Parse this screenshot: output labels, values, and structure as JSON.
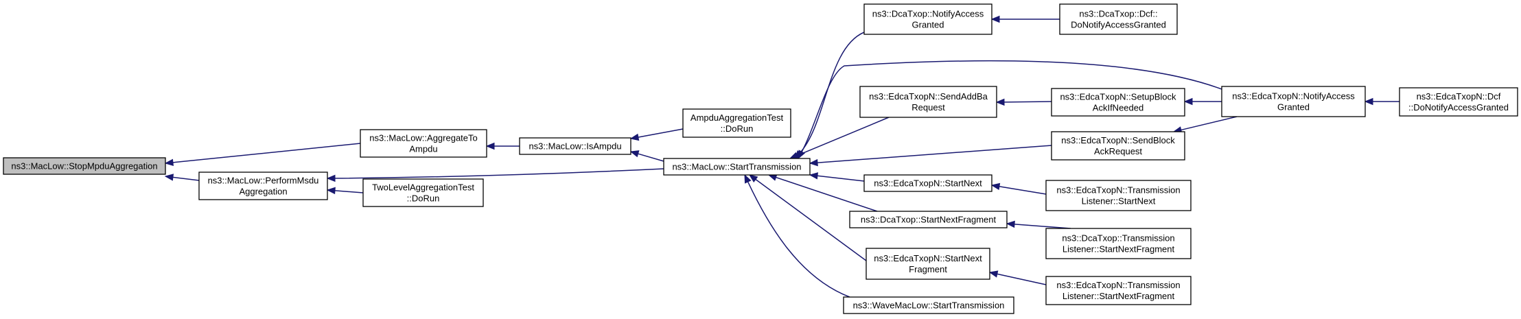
{
  "colors": {
    "edge": "#191970",
    "node_fill": "#ffffff",
    "highlight_fill": "#bfbfbf",
    "border": "#000000"
  },
  "nodes": [
    {
      "id": "stop_mpdu",
      "lines": [
        "ns3::MacLow::StopMpduAggregation"
      ],
      "highlight": true
    },
    {
      "id": "aggregate_to_ampdu",
      "lines": [
        "ns3::MacLow::AggregateTo",
        "Ampdu"
      ]
    },
    {
      "id": "perform_msdu",
      "lines": [
        "ns3::MacLow::PerformMsdu",
        "Aggregation"
      ]
    },
    {
      "id": "two_level_test",
      "lines": [
        "TwoLevelAggregationTest",
        "::DoRun"
      ]
    },
    {
      "id": "is_ampdu",
      "lines": [
        "ns3::MacLow::IsAmpdu"
      ]
    },
    {
      "id": "ampdu_test",
      "lines": [
        "AmpduAggregationTest",
        "::DoRun"
      ]
    },
    {
      "id": "start_transmission",
      "lines": [
        "ns3::MacLow::StartTransmission"
      ]
    },
    {
      "id": "dca_notify",
      "lines": [
        "ns3::DcaTxop::NotifyAccess",
        "Granted"
      ]
    },
    {
      "id": "dca_dcf_notify",
      "lines": [
        "ns3::DcaTxop::Dcf::",
        "DoNotifyAccessGranted"
      ]
    },
    {
      "id": "edca_send_addba",
      "lines": [
        "ns3::EdcaTxopN::SendAddBa",
        "Request"
      ]
    },
    {
      "id": "edca_setup_block",
      "lines": [
        "ns3::EdcaTxopN::SetupBlock",
        "AckIfNeeded"
      ]
    },
    {
      "id": "edca_notify",
      "lines": [
        "ns3::EdcaTxopN::NotifyAccess",
        "Granted"
      ]
    },
    {
      "id": "edca_dcf_notify",
      "lines": [
        "ns3::EdcaTxopN::Dcf",
        "::DoNotifyAccessGranted"
      ]
    },
    {
      "id": "edca_send_block",
      "lines": [
        "ns3::EdcaTxopN::SendBlock",
        "AckRequest"
      ]
    },
    {
      "id": "edca_start_next",
      "lines": [
        "ns3::EdcaTxopN::StartNext"
      ]
    },
    {
      "id": "edca_tl_start_next",
      "lines": [
        "ns3::EdcaTxopN::Transmission",
        "Listener::StartNext"
      ]
    },
    {
      "id": "dca_start_next_frag",
      "lines": [
        "ns3::DcaTxop::StartNextFragment"
      ]
    },
    {
      "id": "dca_tl_start_next_frag",
      "lines": [
        "ns3::DcaTxop::Transmission",
        "Listener::StartNextFragment"
      ]
    },
    {
      "id": "edca_start_next_frag",
      "lines": [
        "ns3::EdcaTxopN::StartNext",
        "Fragment"
      ]
    },
    {
      "id": "edca_tl_start_next_frag",
      "lines": [
        "ns3::EdcaTxopN::Transmission",
        "Listener::StartNextFragment"
      ]
    },
    {
      "id": "wave_start_transmission",
      "lines": [
        "ns3::WaveMacLow::StartTransmission"
      ]
    }
  ],
  "edges": [
    {
      "from": "aggregate_to_ampdu",
      "to": "stop_mpdu"
    },
    {
      "from": "perform_msdu",
      "to": "stop_mpdu"
    },
    {
      "from": "is_ampdu",
      "to": "aggregate_to_ampdu"
    },
    {
      "from": "two_level_test",
      "to": "perform_msdu"
    },
    {
      "from": "start_transmission",
      "to": "perform_msdu"
    },
    {
      "from": "ampdu_test",
      "to": "is_ampdu"
    },
    {
      "from": "start_transmission",
      "to": "is_ampdu"
    },
    {
      "from": "dca_notify",
      "to": "start_transmission"
    },
    {
      "from": "edca_notify",
      "to": "start_transmission"
    },
    {
      "from": "edca_send_addba",
      "to": "start_transmission"
    },
    {
      "from": "edca_send_block",
      "to": "start_transmission"
    },
    {
      "from": "edca_start_next",
      "to": "start_transmission"
    },
    {
      "from": "dca_start_next_frag",
      "to": "start_transmission"
    },
    {
      "from": "edca_start_next_frag",
      "to": "start_transmission"
    },
    {
      "from": "wave_start_transmission",
      "to": "start_transmission"
    },
    {
      "from": "dca_dcf_notify",
      "to": "dca_notify"
    },
    {
      "from": "edca_setup_block",
      "to": "edca_send_addba"
    },
    {
      "from": "edca_notify",
      "to": "edca_setup_block"
    },
    {
      "from": "edca_dcf_notify",
      "to": "edca_notify"
    },
    {
      "from": "edca_notify",
      "to": "edca_send_block"
    },
    {
      "from": "edca_tl_start_next",
      "to": "edca_start_next"
    },
    {
      "from": "dca_tl_start_next_frag",
      "to": "dca_start_next_frag"
    },
    {
      "from": "edca_tl_start_next_frag",
      "to": "edca_start_next_frag"
    }
  ]
}
